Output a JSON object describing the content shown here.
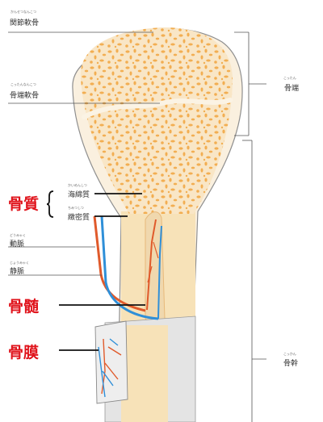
{
  "labels": {
    "articular_cartilage": {
      "text": "関節軟骨",
      "reading": "かんせつなんこつ"
    },
    "epiphyseal_cartilage": {
      "text": "骨端軟骨",
      "reading": "こったんなんこつ"
    },
    "epiphysis": {
      "text": "骨端",
      "reading": "こったん"
    },
    "diaphysis": {
      "text": "骨幹",
      "reading": "こっかん"
    },
    "spongy_bone": {
      "text": "海綿質",
      "reading": "かいめんしつ"
    },
    "compact_bone": {
      "text": "緻密質",
      "reading": "ちみつしつ"
    },
    "artery": {
      "text": "動脈",
      "reading": "どうみゃく"
    },
    "vein": {
      "text": "静脈",
      "reading": "じょうみゃく"
    }
  },
  "callouts": {
    "bone_substance": "骨質",
    "bone_marrow": "骨髄",
    "periosteum": "骨膜"
  },
  "colors": {
    "bone": "#f7e2b8",
    "spongy_holes": "#f2ae52",
    "cartilage": "#faf0df",
    "artery": "#e05a2b",
    "vein": "#2f8fd8",
    "callout": "#e0141c",
    "periosteum": "#d7d7d7"
  }
}
